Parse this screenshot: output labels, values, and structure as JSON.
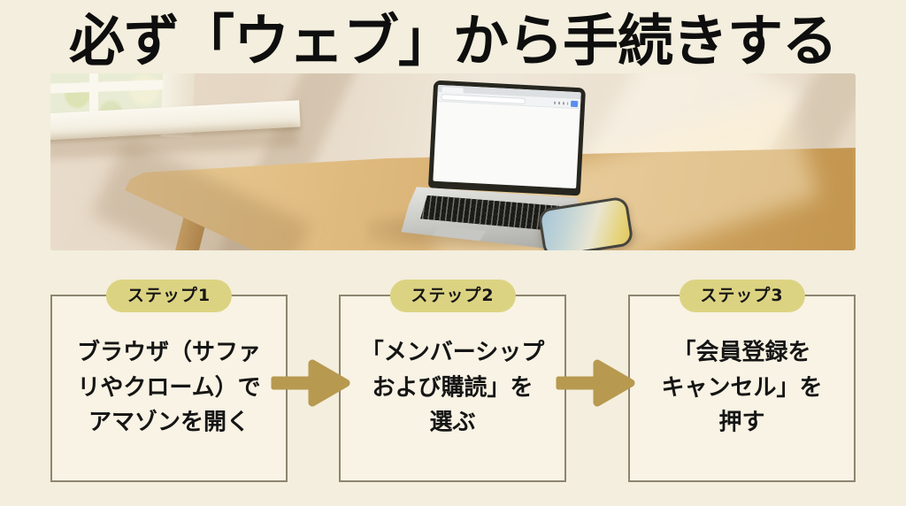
{
  "title": "必ず「ウェブ」から手続きする",
  "steps": [
    {
      "badge": "ステップ1",
      "text": "ブラウザ（サファ\nリやクローム）で\nアマゾンを開く"
    },
    {
      "badge": "ステップ2",
      "text": "「メンバーシップ\nおよび購読」を\n選ぶ"
    },
    {
      "badge": "ステップ3",
      "text": "「会員登録を\nキャンセル」を\n押す"
    }
  ],
  "colors": {
    "page_background": "#f3eedd",
    "box_background": "#f8f3e4",
    "box_border": "#8d8571",
    "badge_background": "#dcd382",
    "arrow": "#b7994f",
    "title_text": "#0e0e0e"
  }
}
